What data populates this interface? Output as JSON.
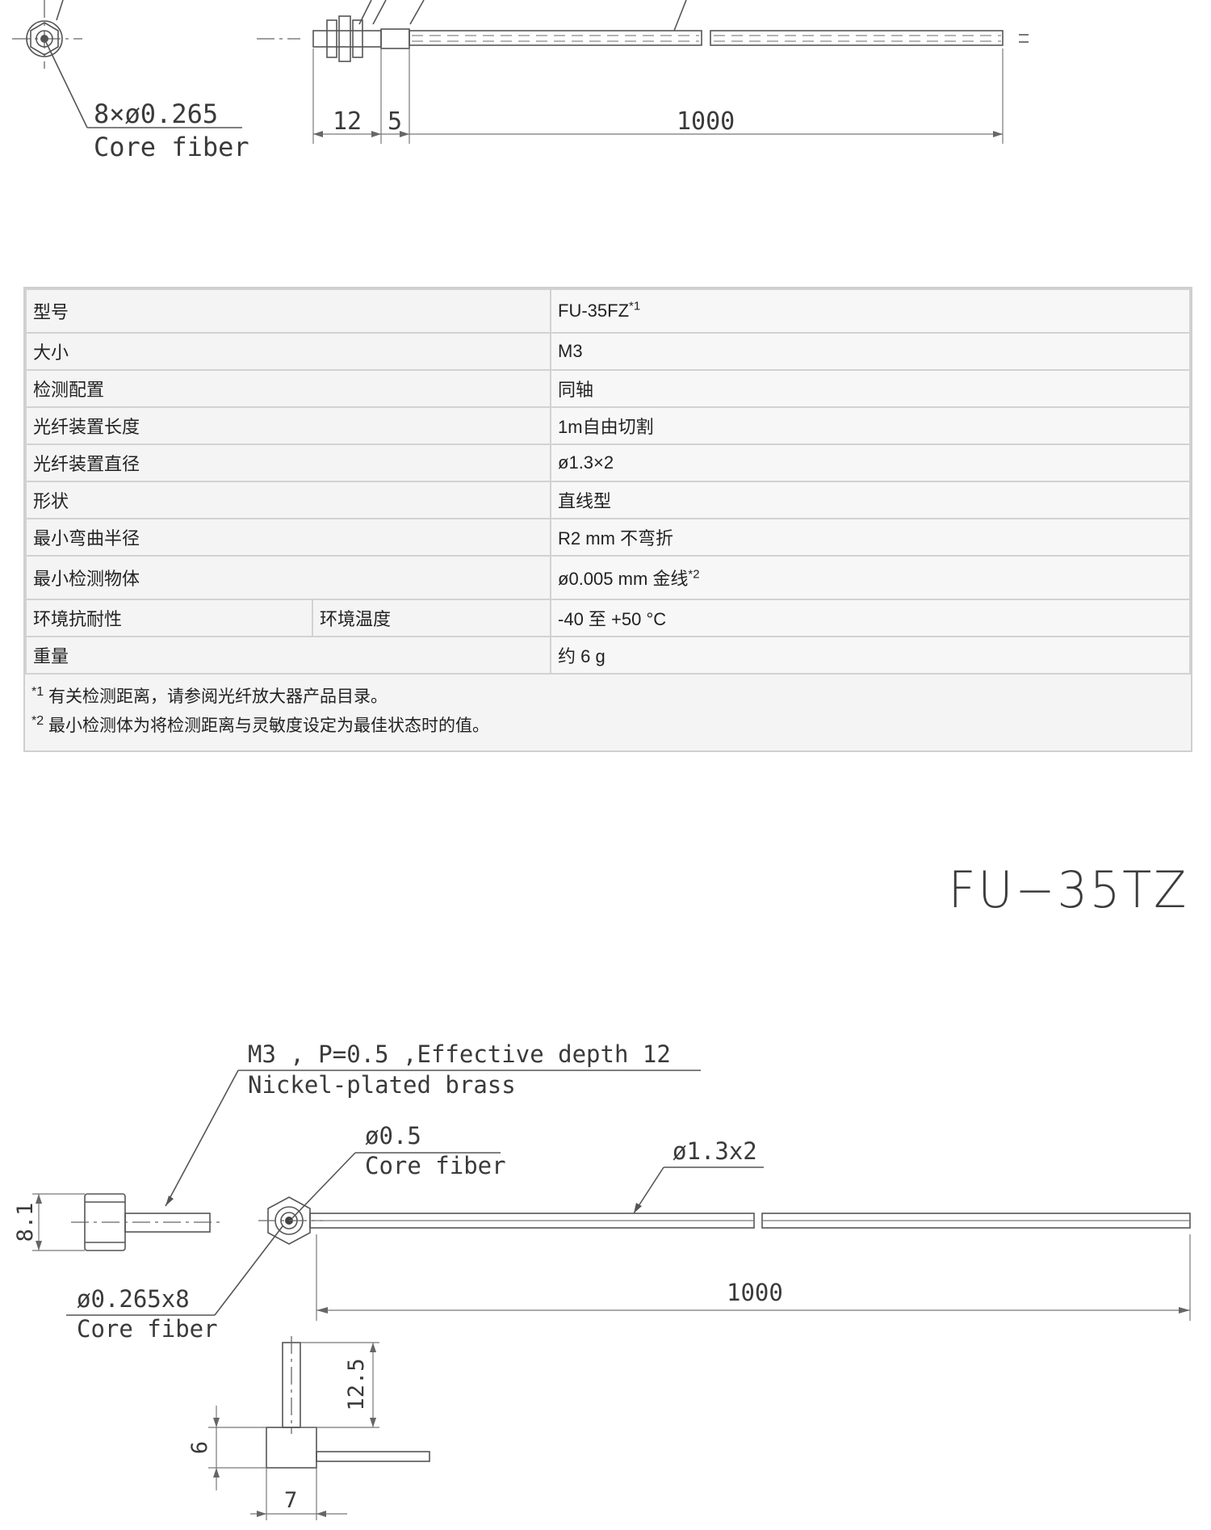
{
  "top_drawing": {
    "core_label_size": "8×ø0.265",
    "core_label_name": "Core fiber",
    "dim_a": "12",
    "dim_b": "5",
    "dim_length": "1000"
  },
  "spec_table": {
    "rows": [
      {
        "label": "型号",
        "value": "FU-35FZ",
        "sup": "*1"
      },
      {
        "label": "大小",
        "value": "M3"
      },
      {
        "label": "检测配置",
        "value": "同轴"
      },
      {
        "label": "光纤装置长度",
        "value": "1m自由切割"
      },
      {
        "label": "光纤装置直径",
        "value": "ø1.3×2"
      },
      {
        "label": "形状",
        "value": "直线型"
      },
      {
        "label": "最小弯曲半径",
        "value": "R2 mm 不弯折"
      },
      {
        "label": "最小检测物体",
        "value": "ø0.005 mm 金线",
        "sup": "*2"
      },
      {
        "label": "环境抗耐性",
        "sublabel": "环境温度",
        "value": "-40 至 +50 °C"
      },
      {
        "label": "重量",
        "value": "约 6 g"
      }
    ],
    "notes": [
      {
        "mark": "*1",
        "text": "有关检测距离，请参阅光纤放大器产品目录。"
      },
      {
        "mark": "*2",
        "text": "最小检测体为将检测距离与灵敏度设定为最佳状态时的值。"
      }
    ]
  },
  "model_title": "FU−35TZ",
  "bottom_drawing": {
    "thread_line1": "M3 , P=0.5 ,Effective depth 12",
    "thread_line2": "Nickel-plated brass",
    "center_core_size": "ø0.5",
    "center_core_name": "Core fiber",
    "cable_size": "ø1.3x2",
    "outer_core_size": "ø0.265x8",
    "outer_core_name": "Core fiber",
    "dim_hex": "8.1",
    "dim_length": "1000",
    "dim_height": "12.5",
    "dim_base": "6",
    "dim_width": "7"
  }
}
